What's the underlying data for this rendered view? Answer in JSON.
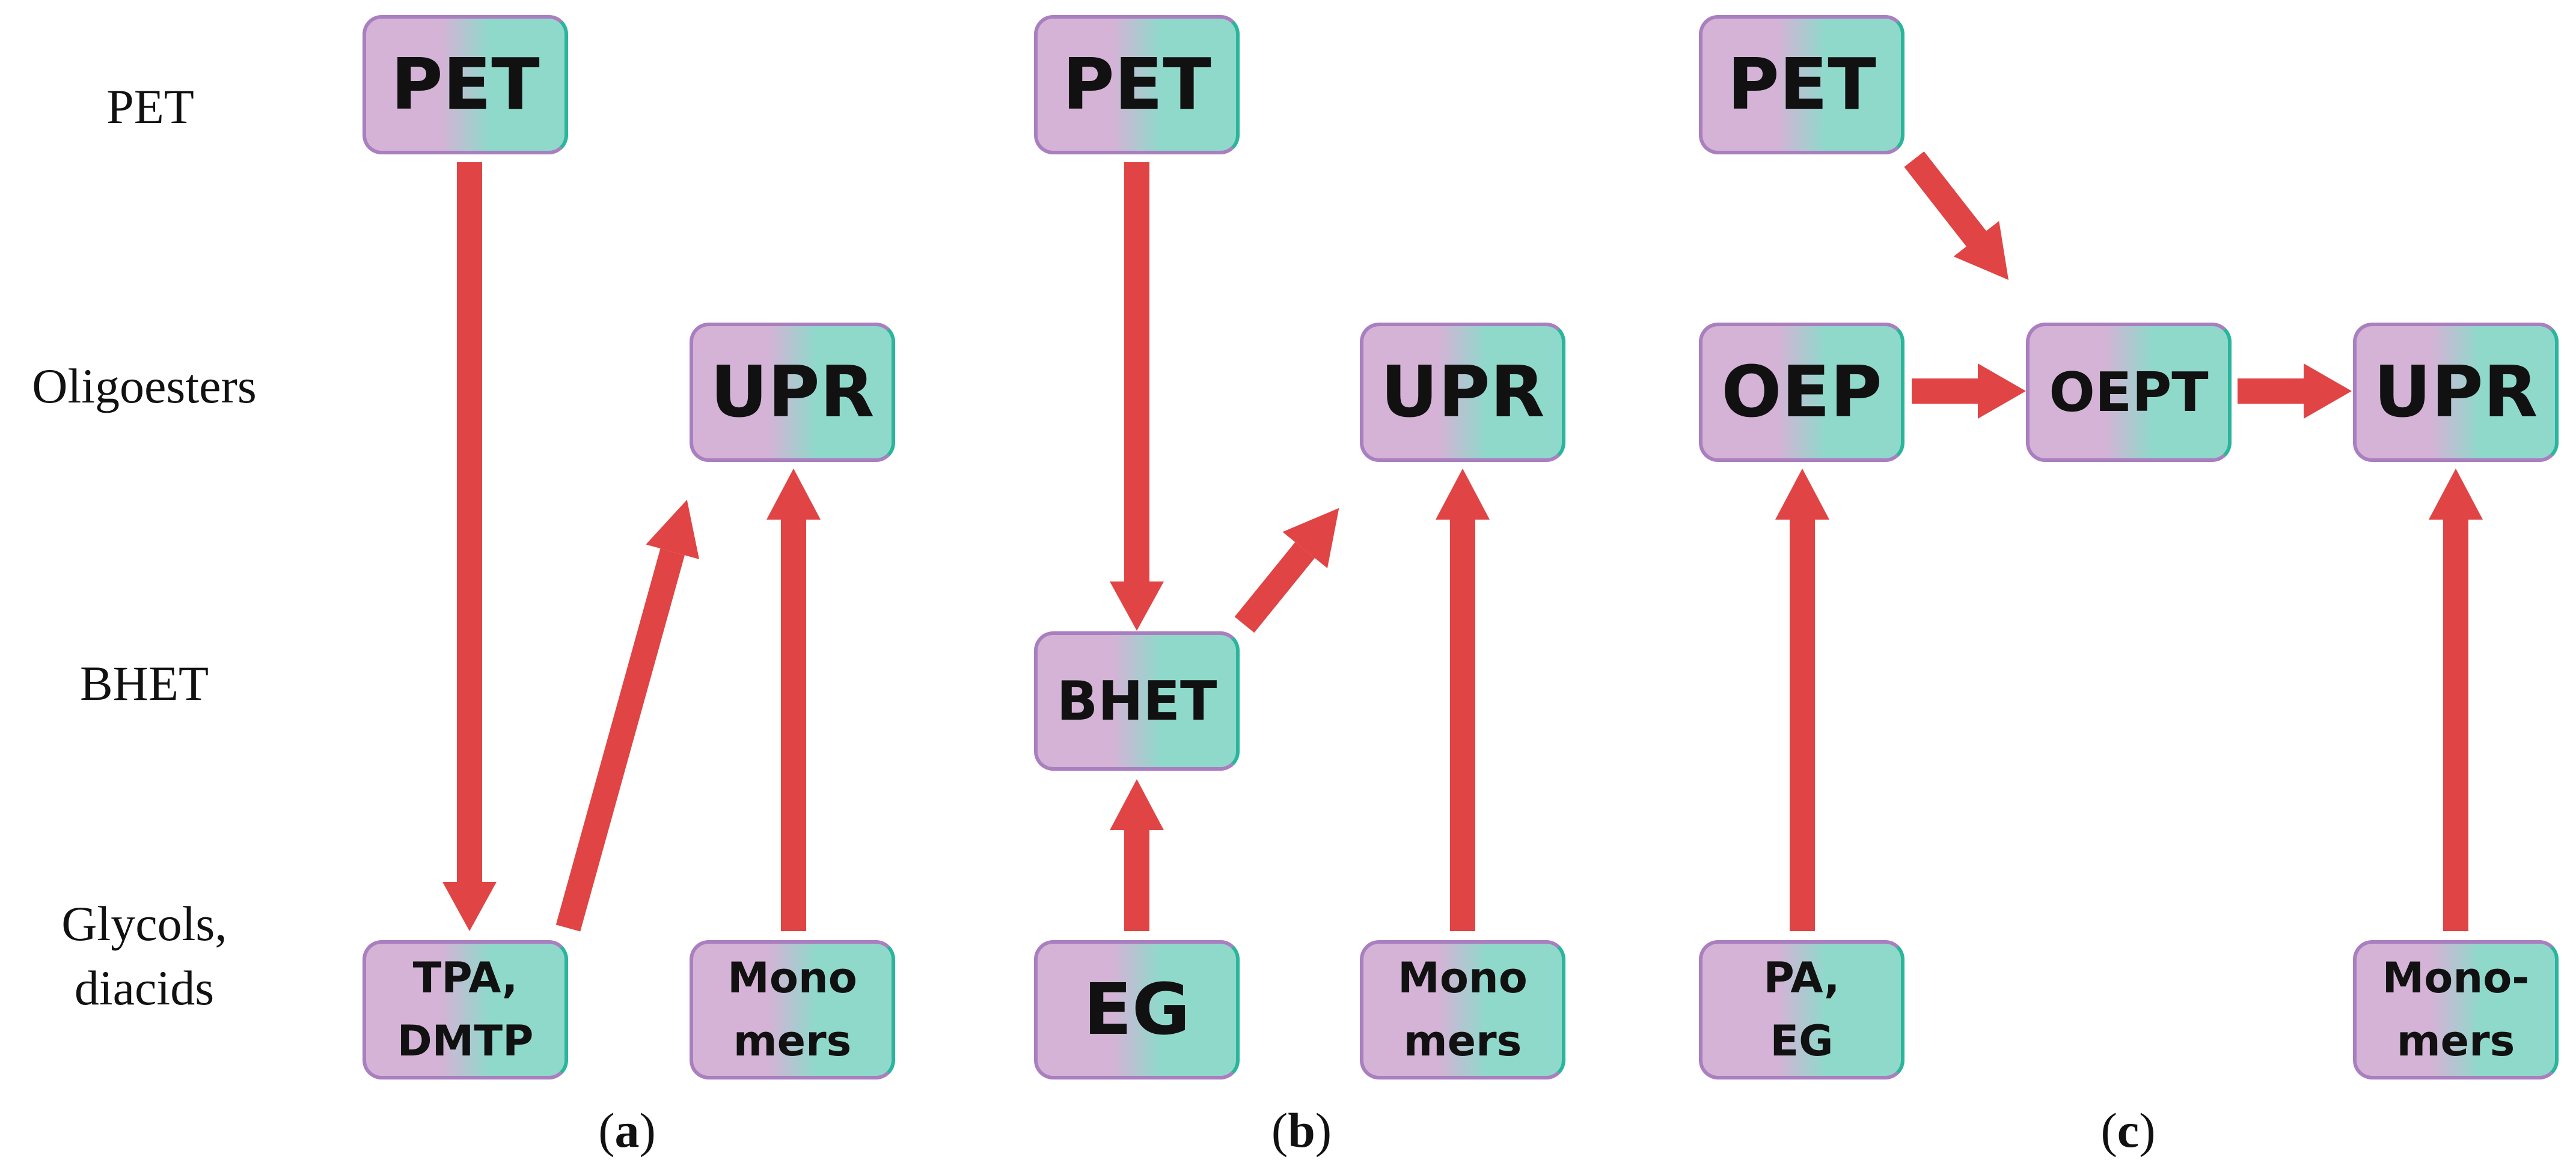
{
  "row_labels": {
    "pet": "PET",
    "oligoesters": "Oligoesters",
    "bhet": "BHET",
    "glycols": "Glycols,\ndiacids"
  },
  "panel_a": {
    "caption_letter": "a",
    "pet": "PET",
    "upr": "UPR",
    "tpa": "TPA,\nDMTP",
    "monomers": "Mono\nmers"
  },
  "panel_b": {
    "caption_letter": "b",
    "pet": "PET",
    "upr": "UPR",
    "bhet": "BHET",
    "eg": "EG",
    "monomers": "Mono\nmers"
  },
  "panel_c": {
    "caption_letter": "c",
    "pet": "PET",
    "oep": "OEP",
    "oept": "OEPT",
    "upr": "UPR",
    "pa_eg": "PA,\nEG",
    "monomers": "Mono-\nmers"
  },
  "colors": {
    "arrow": "#e04444",
    "box_purple": "#d4b3d6",
    "box_teal": "#8fd9cb"
  }
}
